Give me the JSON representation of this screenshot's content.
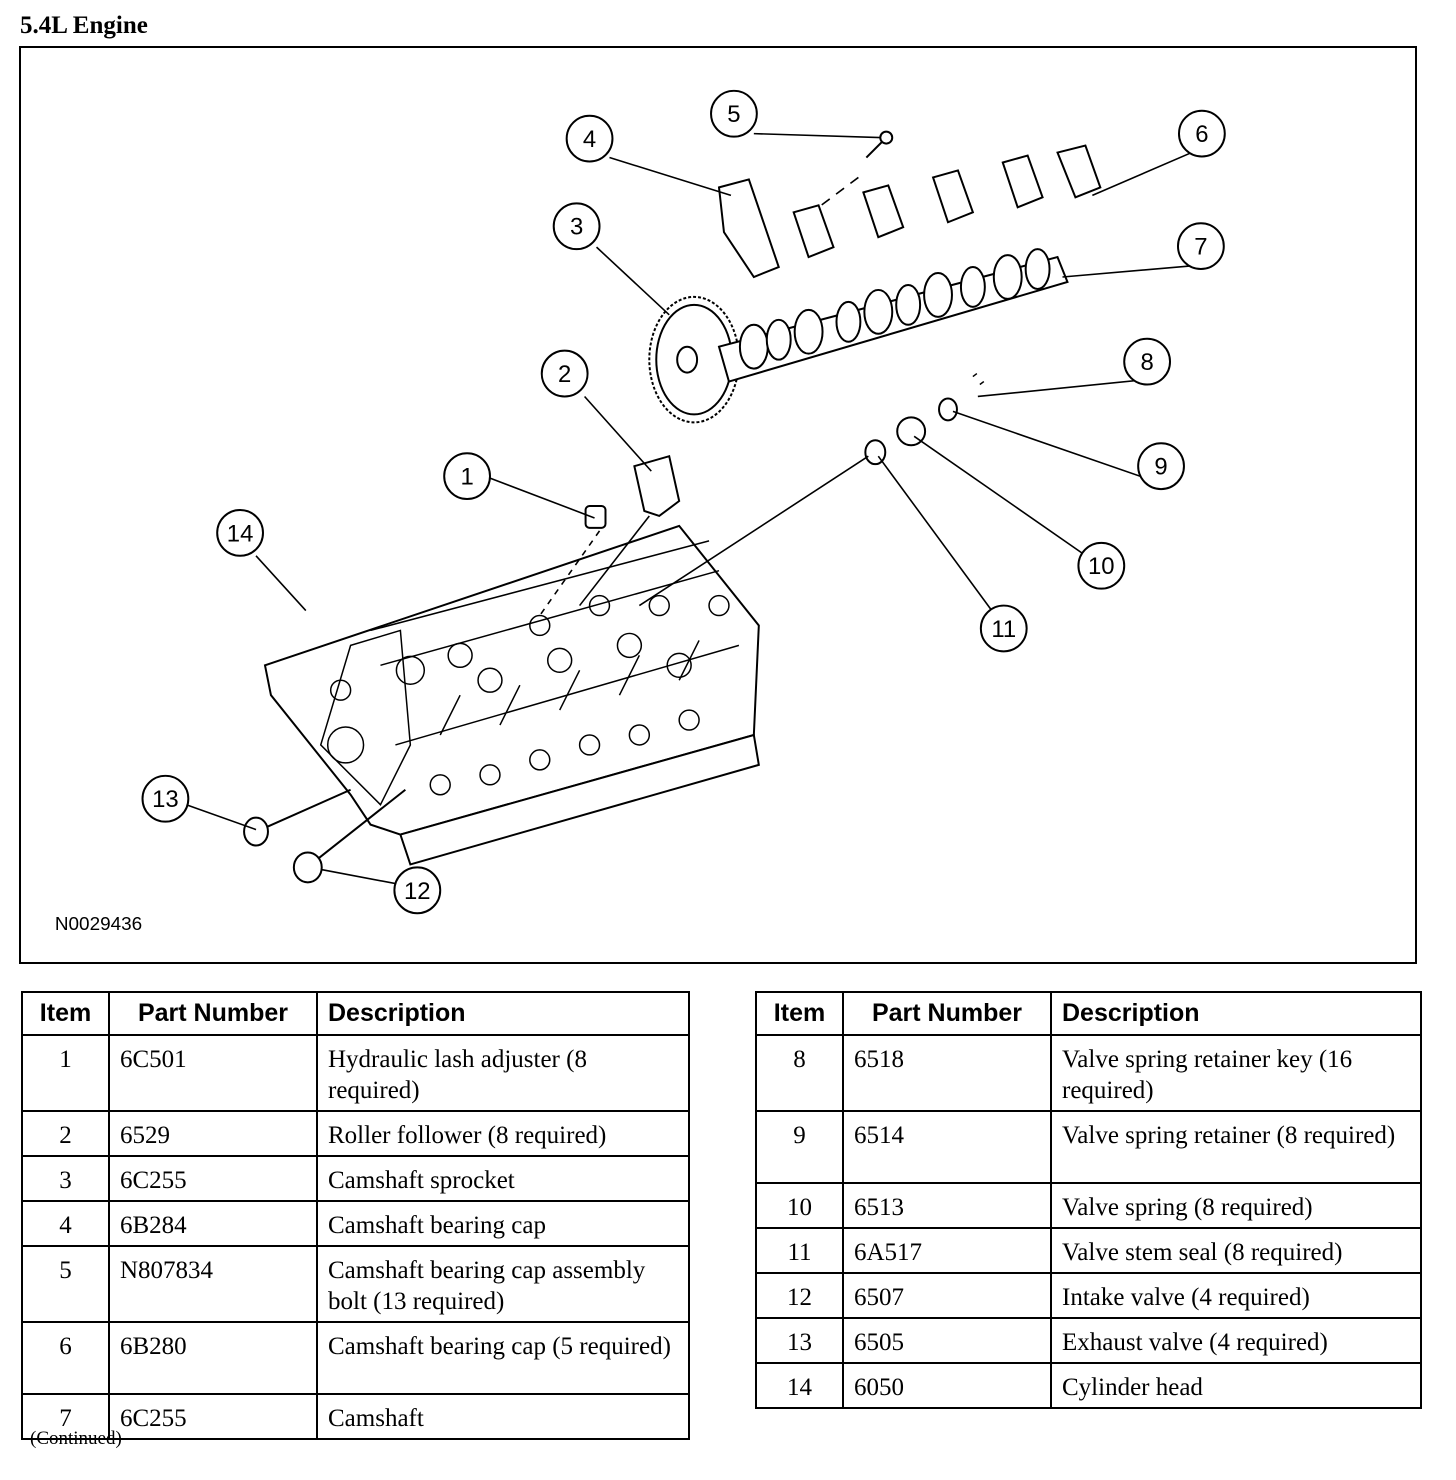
{
  "title": "5.4L Engine",
  "figure_id": "N0029436",
  "callouts": [
    "1",
    "2",
    "3",
    "4",
    "5",
    "6",
    "7",
    "8",
    "9",
    "10",
    "11",
    "12",
    "13",
    "14"
  ],
  "table_headers": {
    "item": "Item",
    "part_number": "Part Number",
    "description": "Description"
  },
  "parts_left": [
    {
      "item": "1",
      "part": "6C501",
      "desc": "Hydraulic lash adjuster (8 required)"
    },
    {
      "item": "2",
      "part": "6529",
      "desc": "Roller follower (8 required)"
    },
    {
      "item": "3",
      "part": "6C255",
      "desc": "Camshaft sprocket"
    },
    {
      "item": "4",
      "part": "6B284",
      "desc": "Camshaft bearing cap"
    },
    {
      "item": "5",
      "part": "N807834",
      "desc": "Camshaft bearing cap assembly bolt (13 required)"
    },
    {
      "item": "6",
      "part": "6B280",
      "desc": "Camshaft bearing cap (5 required)"
    },
    {
      "item": "7",
      "part": "6C255",
      "desc": "Camshaft"
    }
  ],
  "parts_right": [
    {
      "item": "8",
      "part": "6518",
      "desc": "Valve spring retainer key (16 required)"
    },
    {
      "item": "9",
      "part": "6514",
      "desc": "Valve spring retainer (8 required)"
    },
    {
      "item": "10",
      "part": "6513",
      "desc": "Valve spring (8 required)"
    },
    {
      "item": "11",
      "part": "6A517",
      "desc": "Valve stem seal (8 required)"
    },
    {
      "item": "12",
      "part": "6507",
      "desc": "Intake valve (4 required)"
    },
    {
      "item": "13",
      "part": "6505",
      "desc": "Exhaust valve (4 required)"
    },
    {
      "item": "14",
      "part": "6050",
      "desc": "Cylinder head"
    }
  ],
  "continued": "(Continued)"
}
